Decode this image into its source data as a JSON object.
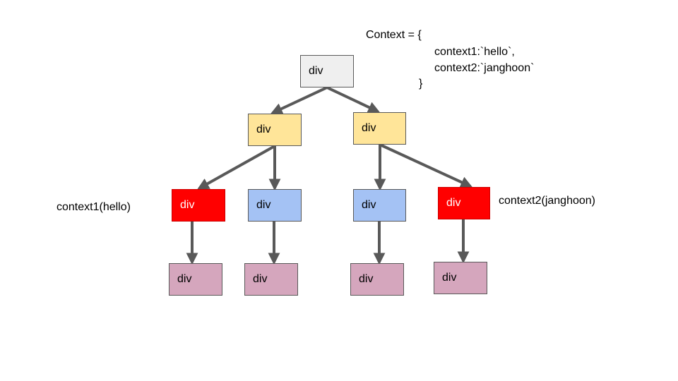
{
  "context_block": {
    "line1": "Context = {",
    "line2": "context1:`hello`,",
    "line3": "context2:`janghoon`",
    "line4": "}"
  },
  "nodes": {
    "root": "div",
    "yellow_left": "div",
    "yellow_right": "div",
    "red_left": "div",
    "blue_left": "div",
    "blue_right": "div",
    "red_right": "div",
    "pink_1": "div",
    "pink_2": "div",
    "pink_3": "div",
    "pink_4": "div"
  },
  "annotations": {
    "context1": "context1(hello)",
    "context2": "context2(janghoon)"
  },
  "colors": {
    "root": "#efefef",
    "yellow": "#ffe599",
    "red": "#ff0000",
    "blue": "#a4c2f4",
    "pink": "#d5a6bd",
    "arrow": "#595959"
  }
}
